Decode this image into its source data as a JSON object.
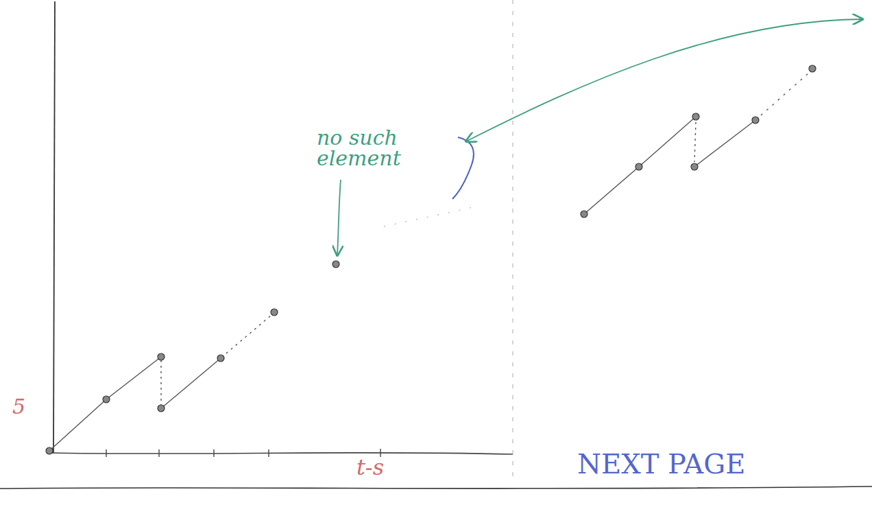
{
  "diagram": {
    "labels": [
      "no such element",
      "5",
      "t-s",
      "NEXT PAGE"
    ]
  }
}
